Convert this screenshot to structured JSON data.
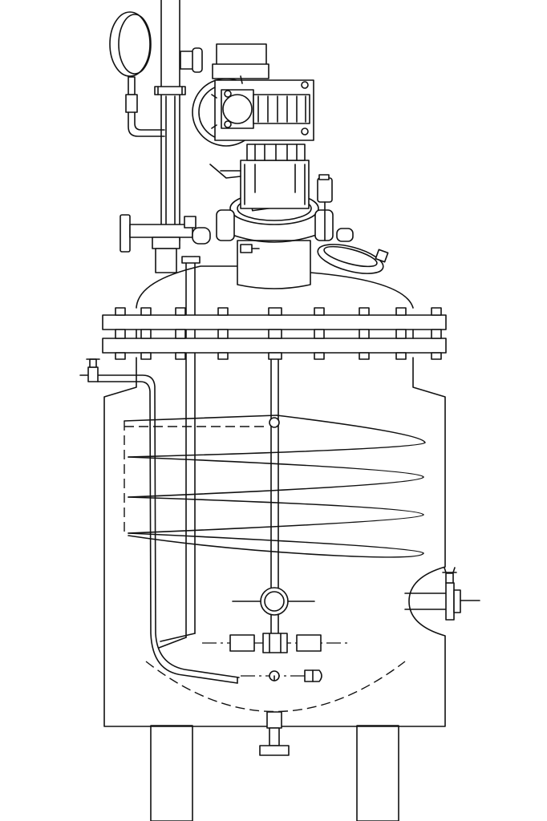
{
  "diagram": {
    "kind": "line-drawing",
    "colors": {
      "line": "#111111",
      "background": "#ffffff"
    },
    "components": [
      "pressure-gauge",
      "vertical-pipe",
      "geared-motor",
      "reducer",
      "manhole-cover",
      "sight-glass",
      "side-valve",
      "vessel-lid",
      "body-flange",
      "dip-pipe",
      "thermowell",
      "agitator-shaft",
      "heating-coil",
      "jacket",
      "side-nozzle",
      "impeller",
      "bottom-outlet-valve",
      "support-legs"
    ]
  }
}
